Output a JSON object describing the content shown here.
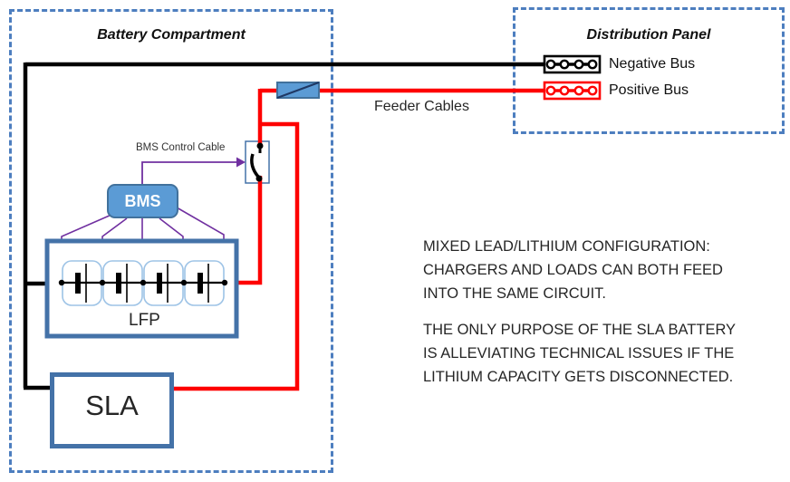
{
  "battery_compartment": {
    "title": "Battery Compartment"
  },
  "distribution_panel": {
    "title": "Distribution Panel",
    "negative_bus_label": "Negative Bus",
    "positive_bus_label": "Positive Bus"
  },
  "labels": {
    "feeder_cables": "Feeder Cables",
    "bms_control_cable": "BMS Control Cable"
  },
  "bms": {
    "label": "BMS"
  },
  "lfp": {
    "label": "LFP",
    "cell_count": 4
  },
  "sla": {
    "label": "SLA"
  },
  "note": {
    "paragraphs": [
      {
        "lines": [
          "MIXED LEAD/LITHIUM CONFIGURATION:",
          "CHARGERS AND LOADS CAN BOTH FEED",
          "INTO THE SAME CIRCUIT."
        ]
      },
      {
        "lines": [
          "THE ONLY PURPOSE OF THE SLA BATTERY",
          "IS ALLEVIATING TECHNICAL ISSUES IF THE",
          "LITHIUM CAPACITY GETS DISCONNECTED."
        ]
      }
    ]
  },
  "colors": {
    "dashed_border": "#4d7ebf",
    "box_border_blue": "#4472a8",
    "bms_fill": "#5b9bd5",
    "bms_border": "#41719c",
    "cell_border": "#9dc3e6",
    "wire_red": "#fe0000",
    "wire_black": "#000000",
    "control_purple": "#7030a0"
  }
}
